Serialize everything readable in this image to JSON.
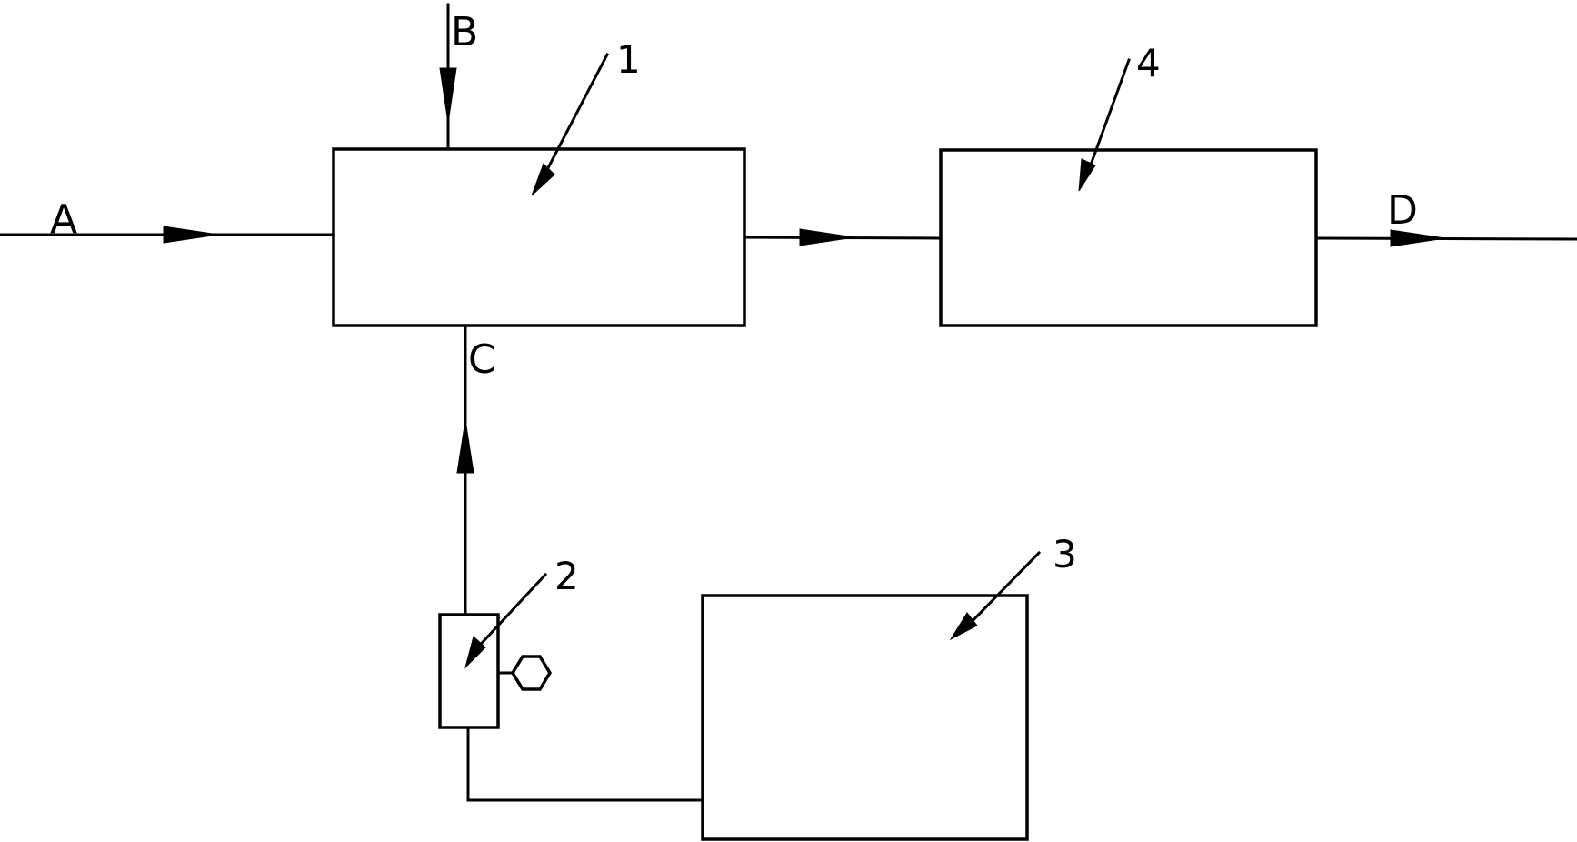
{
  "labels": {
    "stream_a": "A",
    "stream_b": "B",
    "stream_c": "C",
    "stream_d": "D"
  },
  "components": [
    {
      "number": "1"
    },
    {
      "number": "2"
    },
    {
      "number": "3"
    },
    {
      "number": "4"
    }
  ],
  "colors": {
    "stroke": "#000000",
    "background": "#ffffff"
  }
}
